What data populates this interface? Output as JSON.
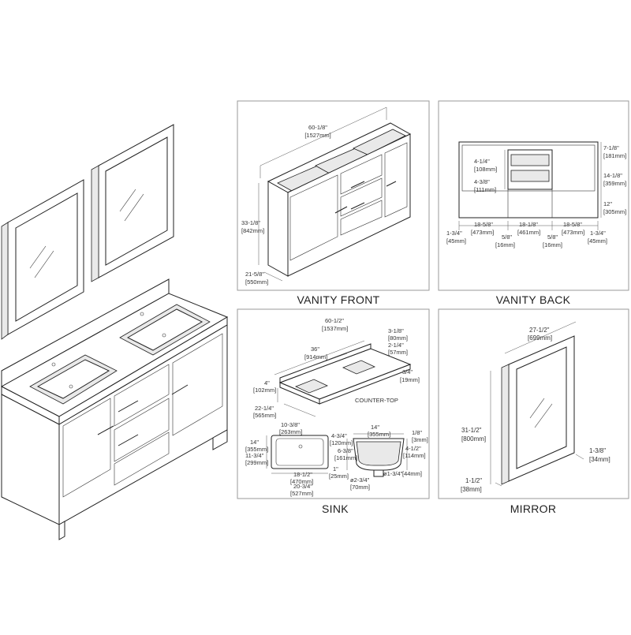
{
  "panels": {
    "vanity_front": {
      "title": "VANITY FRONT",
      "width_in": "60-1/8\"",
      "width_mm": "[1527mm]",
      "height_in": "33-1/8\"",
      "height_mm": "[842mm]",
      "depth_in": "21-5/8\"",
      "depth_mm": "[550mm]"
    },
    "vanity_back": {
      "title": "VANITY BACK",
      "d1_in": "4-1/4\"",
      "d1_mm": "[108mm]",
      "d2_in": "4-3/8\"",
      "d2_mm": "[111mm]",
      "d3_in": "7-1/8\"",
      "d3_mm": "[181mm]",
      "d4_in": "14-1/8\"",
      "d4_mm": "[359mm]",
      "d5_in": "12\"",
      "d5_mm": "[305mm]",
      "left_in": "1-3/4\"",
      "left_mm": "[45mm]",
      "right_in": "1-3/4\"",
      "right_mm": "[45mm]",
      "seg1_in": "18-5/8\"",
      "seg1_mm": "[473mm]",
      "seg2_in": "18-1/8\"",
      "seg2_mm": "[461mm]",
      "seg3_in": "18-5/8\"",
      "seg3_mm": "[473mm]",
      "gap1_in": "5/8\"",
      "gap1_mm": "[16mm]",
      "gap2_in": "5/8\"",
      "gap2_mm": "[16mm]"
    },
    "countertop": {
      "label": "COUNTER-TOP",
      "width_in": "60-1/2\"",
      "width_mm": "[1537mm]",
      "center_in": "36\"",
      "center_mm": "[914mm]",
      "back_in": "3-1/8\"",
      "back_mm": "[80mm]",
      "splash_in": "2-1/4\"",
      "splash_mm": "[57mm]",
      "thick_in": "3/4\"",
      "thick_mm": "[19mm]",
      "edge_in": "4\"",
      "edge_mm": "[102mm]",
      "depth_in": "22-1/4\"",
      "depth_mm": "[565mm]"
    },
    "sink": {
      "title": "SINK",
      "a_in": "10-3/8\"",
      "a_mm": "[263mm]",
      "b_in": "4-3/4\"",
      "b_mm": "[120mm]",
      "c_in": "14\"",
      "c_mm": "[355mm]",
      "d_in": "11-3/4\"",
      "d_mm": "[299mm]",
      "e_in": "18-1/2\"",
      "e_mm": "[470mm]",
      "f_in": "20-3/4\"",
      "f_mm": "[527mm]",
      "g_in": "1\"",
      "g_mm": "[25mm]",
      "h_in": "14\"",
      "h_mm": "[355mm]",
      "i_in": "1/8\"",
      "i_mm": "[3mm]",
      "j_in": "6-3/8\"",
      "j_mm": "[161mm]",
      "k_in": "4-1/2\"",
      "k_mm": "[114mm]",
      "l_in": "ø1-3/4\"",
      "l_mm": "[44mm]",
      "m_in": "ø2-3/4\"",
      "m_mm": "[70mm]"
    },
    "mirror": {
      "title": "MIRROR",
      "width_in": "27-1/2\"",
      "width_mm": "[699mm]",
      "height_in": "31-1/2\"",
      "height_mm": "[800mm]",
      "depth_in": "1-3/8\"",
      "depth_mm": "[34mm]",
      "frame_in": "1-1/2\"",
      "frame_mm": "[38mm]"
    }
  }
}
